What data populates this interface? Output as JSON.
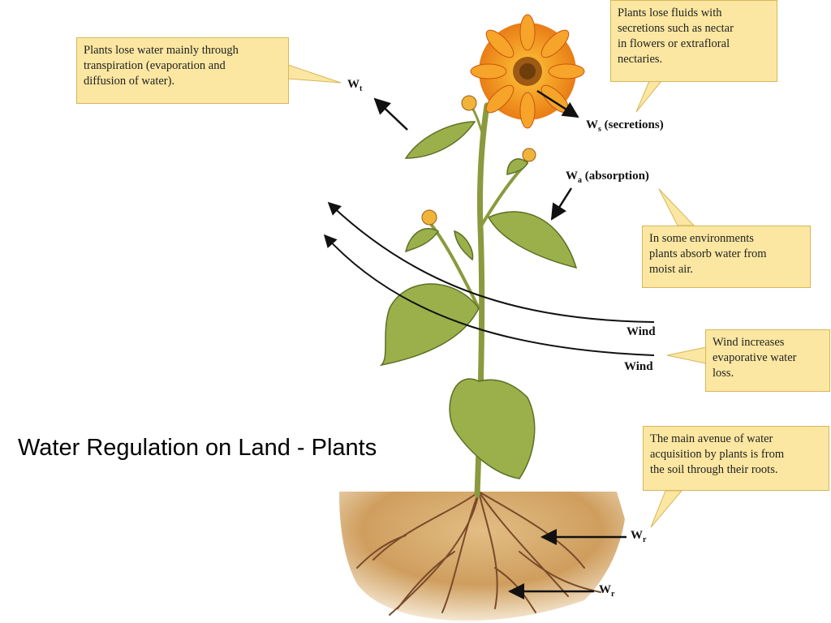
{
  "title": "Water Regulation on Land - Plants",
  "callouts": {
    "transpiration": "Plants lose water mainly through\ntranspiration (evaporation and\ndiffusion of water).",
    "secretions": "Plants lose fluids with\nsecretions such as nectar\nin flowers or extrafloral\nnectaries.",
    "absorption": "In some environments\nplants absorb water from\nmoist air.",
    "wind": "Wind increases\nevaporative water\nloss.",
    "roots": "The main avenue of water\nacquisition by plants is from\nthe soil through their roots."
  },
  "labels": {
    "wt_main": "W",
    "wt_sub": "t",
    "ws_main": "W",
    "ws_sub": "s",
    "ws_text": " (secretions)",
    "wa_main": "W",
    "wa_sub": "a",
    "wa_text": " (absorption)",
    "wind_1": "Wind",
    "wind_2": "Wind",
    "wr1_main": "W",
    "wr1_sub": "r",
    "wr2_main": "W",
    "wr2_sub": "r"
  },
  "colors": {
    "callout_fill": "#fbe7a1",
    "callout_border": "#d6b75a",
    "stem": "#8a9a3e",
    "leaf": "#9bb04a",
    "soil": "#d9b27a",
    "roots": "#7a4b2a",
    "petal": "#f29a1c",
    "flower_center": "#9c5a14"
  }
}
